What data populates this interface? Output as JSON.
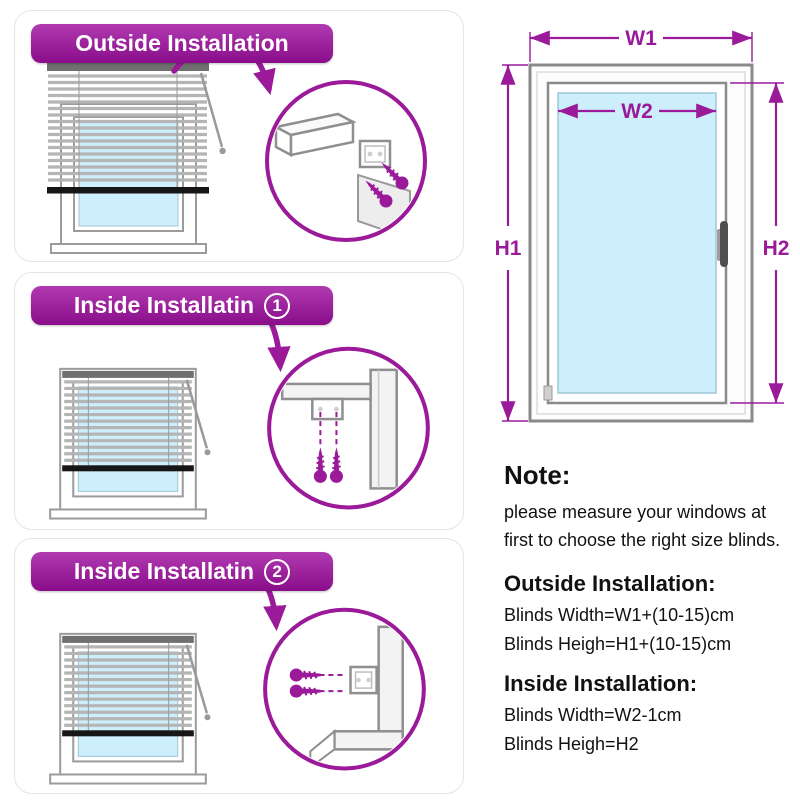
{
  "colors": {
    "accent": "#9A1A9A",
    "glass": "#CDEEFB"
  },
  "icons": [
    "curved-arrow-icon",
    "screw-icon",
    "mounting-bracket-icon",
    "venetian-blind-drawing",
    "window-drawing"
  ],
  "panels": [
    {
      "title": "Outside Installation",
      "badge": ""
    },
    {
      "title": "Inside Installatin",
      "badge": "1"
    },
    {
      "title": "Inside Installatin",
      "badge": "2"
    }
  ],
  "window_diagram": {
    "w1": "W1",
    "w2": "W2",
    "h1": "H1",
    "h2": "H2"
  },
  "note": {
    "heading": "Note:",
    "body": "please measure your windows at first to choose the right size blinds."
  },
  "outside_installation": {
    "heading": "Outside Installation:",
    "lines": [
      "Blinds Width=W1+(10-15)cm",
      "Blinds Heigh=H1+(10-15)cm"
    ]
  },
  "inside_installation": {
    "heading": "Inside Installation:",
    "lines": [
      "Blinds Width=W2-1cm",
      "Blinds Heigh=H2"
    ]
  }
}
